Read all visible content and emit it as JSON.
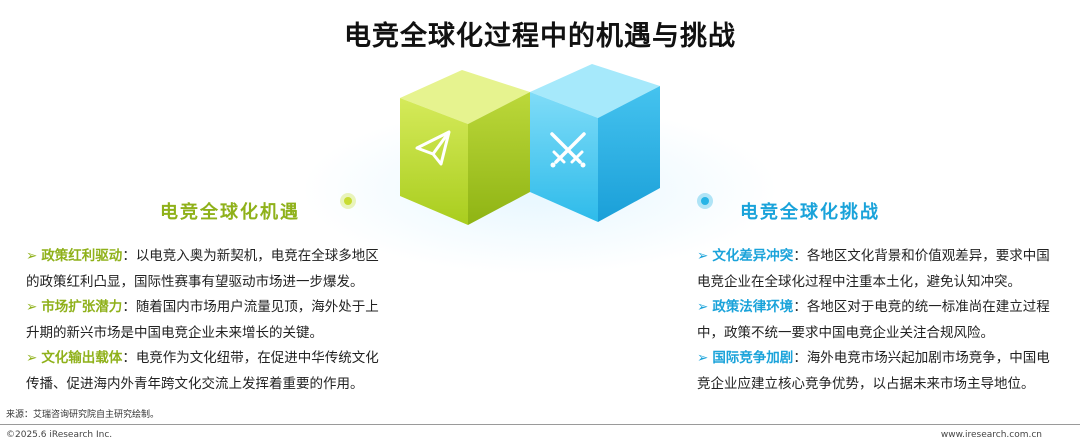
{
  "title": "电竞全球化过程中的机遇与挑战",
  "colors": {
    "opportunity_accent": "#8fb11a",
    "challenge_accent": "#1aa3da",
    "green_cube": "#c9e04a",
    "blue_cube": "#3cc4ee"
  },
  "icons": {
    "opportunity_cube": "paper-plane-icon",
    "challenge_cube": "crossed-swords-icon"
  },
  "opportunities": {
    "title": "电竞全球化机遇",
    "items": [
      {
        "keyword": "政策红利驱动",
        "separator": "：",
        "text": "以电竞入奥为新契机，电竞在全球多地区的政策红利凸显，国际性赛事有望驱动市场进一步爆发。"
      },
      {
        "keyword": "市场扩张潜力",
        "separator": "：",
        "text": "随着国内市场用户流量见顶，海外处于上升期的新兴市场是中国电竞企业未来增长的关键。"
      },
      {
        "keyword": "文化输出载体",
        "separator": "：",
        "text": "电竞作为文化纽带，在促进中华传统文化传播、促进海内外青年跨文化交流上发挥着重要的作用。"
      }
    ]
  },
  "challenges": {
    "title": "电竞全球化挑战",
    "items": [
      {
        "keyword": "文化差异冲突",
        "separator": "：",
        "text": "各地区文化背景和价值观差异，要求中国电竞企业在全球化过程中注重本土化，避免认知冲突。"
      },
      {
        "keyword": "政策法律环境",
        "separator": "：",
        "text": "各地区对于电竞的统一标准尚在建立过程中，政策不统一要求中国电竞企业关注合规风险。"
      },
      {
        "keyword": "国际竞争加剧",
        "separator": "：",
        "text": "海外电竞市场兴起加剧市场竞争，中国电竞企业应建立核心竞争优势，以占据未来市场主导地位。"
      }
    ]
  },
  "footer": {
    "source": "来源：艾瑞咨询研究院自主研究绘制。",
    "copyright": "©2025.6 iResearch Inc.",
    "website": "www.iresearch.com.cn"
  }
}
